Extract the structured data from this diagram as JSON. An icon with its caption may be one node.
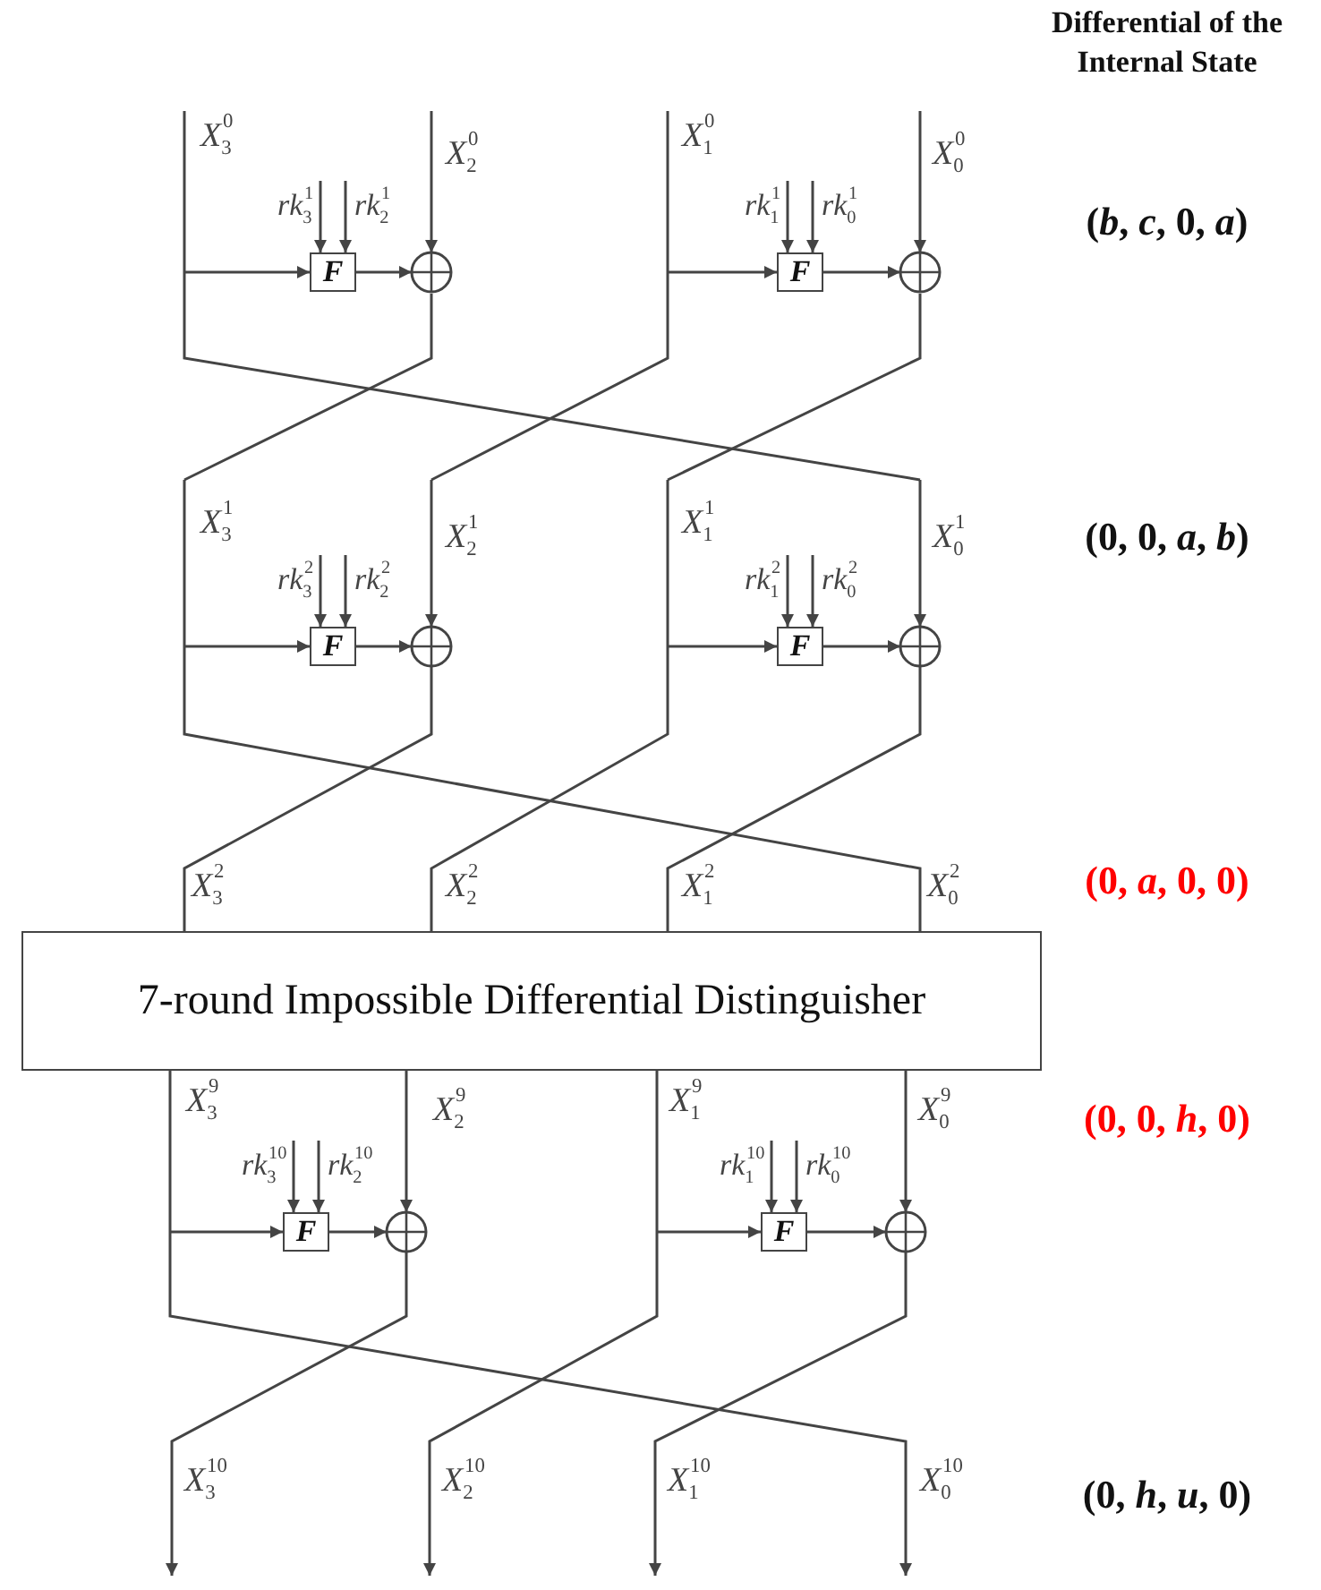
{
  "diagram": {
    "nodes": [
      {
        "text": [
          "F"
        ]
      },
      {
        "text": [],
        "shape": "circle"
      },
      {
        "text": [
          "F"
        ]
      },
      {
        "text": [],
        "shape": "circle"
      },
      {
        "text": [
          "F"
        ]
      },
      {
        "text": [],
        "shape": "circle"
      },
      {
        "text": [
          "F"
        ]
      },
      {
        "text": [],
        "shape": "circle"
      },
      {
        "text": [
          "7-round Impossible Differential Distinguisher"
        ]
      },
      {
        "text": [
          "F"
        ]
      },
      {
        "text": [],
        "shape": "circle"
      },
      {
        "text": [
          "F"
        ]
      },
      {
        "text": [],
        "shape": "circle"
      }
    ],
    "edges": [
      {
        "from": null,
        "to": 0,
        "arrow": "to"
      },
      {
        "from": null,
        "to": 0,
        "arrow": "to",
        "label": "*rk*$_{3}$$^{1}$"
      },
      {
        "from": null,
        "to": 0,
        "arrow": "to",
        "label": "*rk*$_{2}$$^{1}$"
      },
      {
        "from": 0,
        "to": 1,
        "arrow": "to"
      },
      {
        "from": null,
        "to": 1,
        "arrow": "to"
      },
      {
        "from": null,
        "to": 2,
        "arrow": "to"
      },
      {
        "from": null,
        "to": 2,
        "arrow": "to",
        "label": "*rk*$_{1}$$^{1}$"
      },
      {
        "from": null,
        "to": 2,
        "arrow": "to",
        "label": "*rk*$_{0}$$^{1}$"
      },
      {
        "from": 2,
        "to": 3,
        "arrow": "to"
      },
      {
        "from": null,
        "to": 3,
        "arrow": "to"
      },
      {
        "from": null,
        "to": 4,
        "arrow": "to"
      },
      {
        "from": null,
        "to": 4,
        "arrow": "to",
        "label": "*rk*$_{3}$$^{2}$"
      },
      {
        "from": null,
        "to": 4,
        "arrow": "to",
        "label": "*rk*$_{2}$$^{2}$"
      },
      {
        "from": 4,
        "to": 5,
        "arrow": "to"
      },
      {
        "from": null,
        "to": 5,
        "arrow": "to"
      },
      {
        "from": null,
        "to": 6,
        "arrow": "to"
      },
      {
        "from": null,
        "to": 6,
        "arrow": "to",
        "label": "*rk*$_{1}$$^{2}$"
      },
      {
        "from": null,
        "to": 6,
        "arrow": "to",
        "label": "*rk*$_{0}$$^{2}$"
      },
      {
        "from": 6,
        "to": 7,
        "arrow": "to"
      },
      {
        "from": null,
        "to": 7,
        "arrow": "to"
      },
      {
        "from": null,
        "to": 9,
        "arrow": "to"
      },
      {
        "from": null,
        "to": 9,
        "arrow": "to",
        "label": "*rk*$_{3}$$^{10}$"
      },
      {
        "from": null,
        "to": 9,
        "arrow": "to",
        "label": "*rk*$_{2}$$^{10}$"
      },
      {
        "from": 9,
        "to": 10,
        "arrow": "to"
      },
      {
        "from": 8,
        "to": 10,
        "arrow": "to"
      },
      {
        "from": null,
        "to": 11,
        "arrow": "to"
      },
      {
        "from": null,
        "to": 11,
        "arrow": "to",
        "label": "*rk*$_{1}$$^{10}$"
      },
      {
        "from": null,
        "to": 11,
        "arrow": "to",
        "label": "*rk*$_{0}$$^{10}$"
      },
      {
        "from": 11,
        "to": 12,
        "arrow": "to"
      },
      {
        "from": 8,
        "to": 12,
        "arrow": "to"
      }
    ],
    "labels": [
      "Differential of the Internal State",
      "*X*$_{3}$$^{0}$",
      "*X*$_{2}$$^{0}$",
      "*X*$_{1}$$^{0}$",
      "*X*$_{0}$$^{0}$",
      "(*b*, *c*, 0, *a*)",
      "*X*$_{3}$$^{1}$",
      "*X*$_{2}$$^{1}$",
      "*X*$_{1}$$^{1}$",
      "*X*$_{0}$$^{1}$",
      "(0, 0, *a*, *b*)",
      "*X*$_{3}$$^{2}$",
      "*X*$_{2}$$^{2}$",
      "*X*$_{1}$$^{2}$",
      "*X*$_{0}$$^{2}$",
      "(0, *a*, 0, 0)",
      "*X*$_{3}$$^{9}$",
      "*X*$_{2}$$^{9}$",
      "*X*$_{1}$$^{9}$",
      "*X*$_{0}$$^{9}$",
      "(0, 0, *h*, 0)",
      "*X*$_{3}$$^{10}$",
      "*X*$_{2}$$^{10}$",
      "*X*$_{1}$$^{10}$",
      "*X*$_{0}$$^{10}$",
      "(0, *h*, *u*, 0)"
    ]
  }
}
